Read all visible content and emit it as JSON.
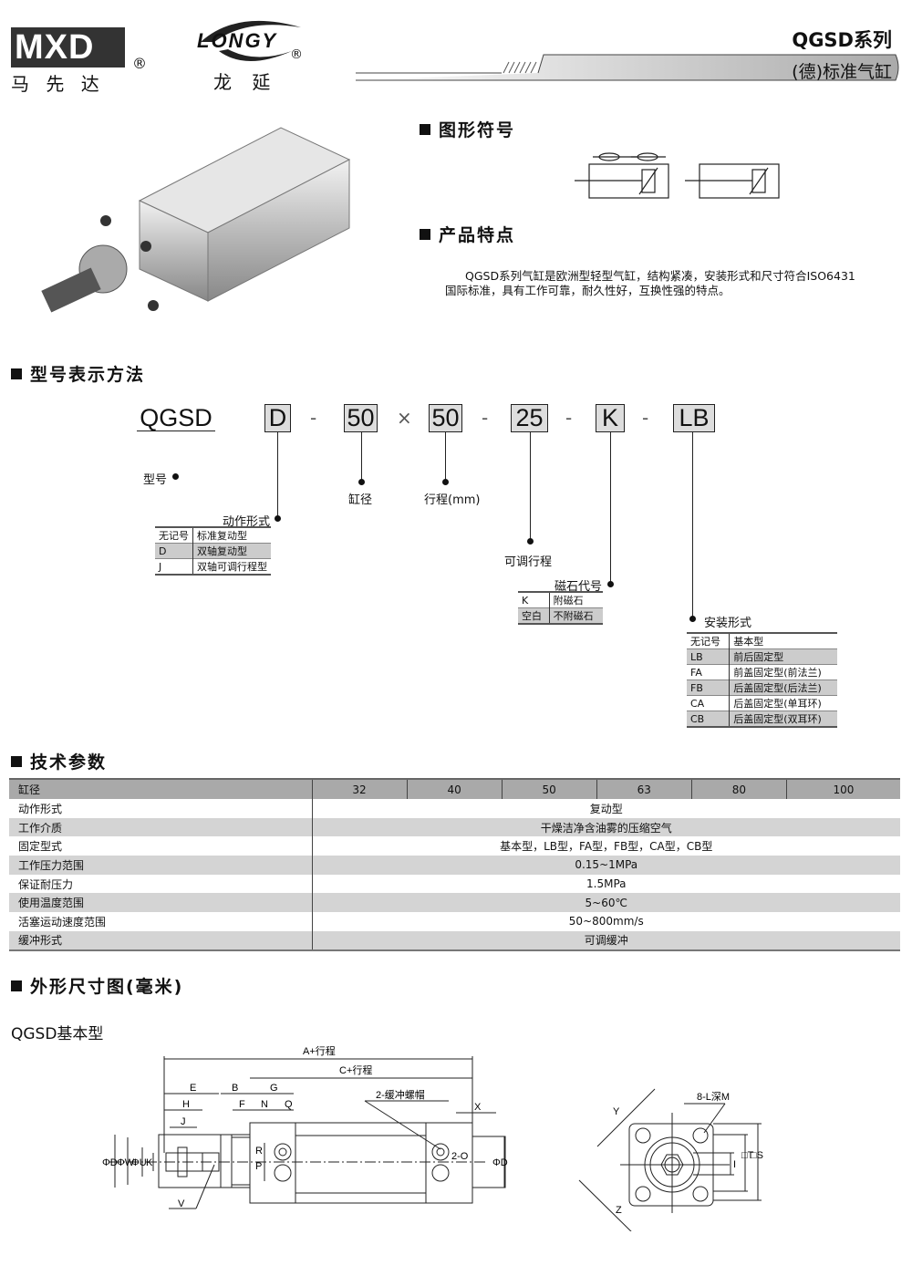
{
  "header": {
    "brand1": "MXD",
    "brand1_cn": "马 先 达",
    "brand2": "LONGY",
    "brand2_cn": "龙 延",
    "registered": "®",
    "series": "QGSD系列",
    "subtitle": "(德)标准气缸"
  },
  "sections": {
    "symbol": "图形符号",
    "features": "产品特点",
    "model": "型号表示方法",
    "tech": "技术参数",
    "dims": "外形尺寸图(毫米)"
  },
  "features_text": "QGSD系列气缸是欧洲型轻型气缸，结构紧凑，安装形式和尺寸符合ISO6431国际标准，具有工作可靠，耐久性好，互换性强的特点。",
  "model_code": {
    "prefix": "QGSD",
    "parts": [
      "D",
      "50",
      "50",
      "25",
      "K",
      "LB"
    ],
    "seps": [
      "-",
      "×",
      "-",
      "-",
      "-"
    ],
    "labels": {
      "type": "型号",
      "bore": "缸径",
      "stroke": "行程(mm)",
      "adj": "可调行程",
      "action": "动作形式",
      "magnet": "磁石代号",
      "mount": "安装形式"
    }
  },
  "action_table": [
    [
      "无记号",
      "标准复动型"
    ],
    [
      "D",
      "双轴复动型"
    ],
    [
      "J",
      "双轴可调行程型"
    ]
  ],
  "magnet_table": [
    [
      "K",
      "附磁石"
    ],
    [
      "空白",
      "不附磁石"
    ]
  ],
  "mount_table": [
    [
      "无记号",
      "基本型"
    ],
    [
      "LB",
      "前后固定型"
    ],
    [
      "FA",
      "前盖固定型(前法兰)"
    ],
    [
      "FB",
      "后盖固定型(后法兰)"
    ],
    [
      "CA",
      "后盖固定型(单耳环)"
    ],
    [
      "CB",
      "后盖固定型(双耳环)"
    ]
  ],
  "tech": {
    "header": "缸径",
    "bores": [
      "32",
      "40",
      "50",
      "63",
      "80",
      "100"
    ],
    "rows": [
      [
        "动作形式",
        "复动型"
      ],
      [
        "工作介质",
        "干燥洁净含油雾的压缩空气"
      ],
      [
        "固定型式",
        "基本型，LB型，FA型，FB型，CA型，CB型"
      ],
      [
        "工作压力范围",
        "0.15~1MPa"
      ],
      [
        "保证耐压力",
        "1.5MPa"
      ],
      [
        "使用温度范围",
        "5~60℃"
      ],
      [
        "活塞运动速度范围",
        "50~800mm/s"
      ],
      [
        "缓冲形式",
        "可调缓冲"
      ]
    ]
  },
  "drawing": {
    "title": "QGSD基本型",
    "dims": {
      "A": "A+行程",
      "C": "C+行程",
      "E": "E",
      "B": "B",
      "G": "G",
      "H": "H",
      "F": "F",
      "N": "N",
      "Q": "Q",
      "J": "J",
      "X": "X",
      "cushion": "2-缓冲螺帽",
      "O": "2-O",
      "D": "ΦD",
      "W": "ΦW",
      "U": "ΦU",
      "K": "K",
      "P": "P",
      "R": "R",
      "V": "V",
      "D2": "ΦD",
      "L": "8-L深M",
      "Y": "Y",
      "Z": "Z",
      "I": "I",
      "T": "□T",
      "S": "□S"
    }
  }
}
